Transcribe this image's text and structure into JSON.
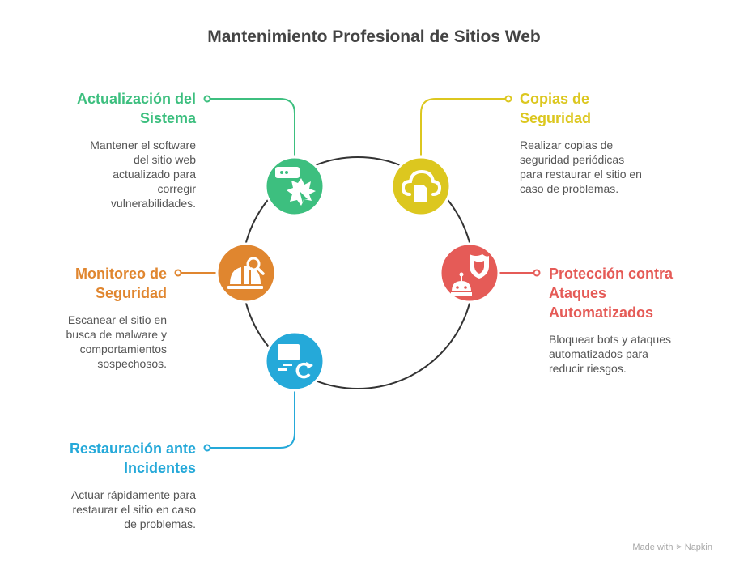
{
  "title": "Mantenimiento Profesional de Sitios Web",
  "ring_color": "#333333",
  "items": [
    {
      "id": "actualizacion",
      "title_lines": [
        "Actualización del",
        "Sistema"
      ],
      "desc_lines": [
        "Mantener el software",
        "del sitio web",
        "actualizado para",
        "corregir",
        "vulnerabilidades."
      ],
      "color": "#3dbf7f",
      "icon": "settings-update-icon"
    },
    {
      "id": "copias",
      "title_lines": [
        "Copias de",
        "Seguridad"
      ],
      "desc_lines": [
        "Realizar copias de",
        "seguridad periódicas",
        "para restaurar el sitio en",
        "caso de problemas."
      ],
      "color": "#dcc71f",
      "icon": "cloud-backup-icon"
    },
    {
      "id": "monitoreo",
      "title_lines": [
        "Monitoreo de",
        "Seguridad"
      ],
      "desc_lines": [
        "Escanear el sitio en",
        "busca de malware y",
        "comportamientos",
        "sospechosos."
      ],
      "color": "#e0862f",
      "icon": "helmet-search-icon"
    },
    {
      "id": "proteccion",
      "title_lines": [
        "Protección contra",
        "Ataques",
        "Automatizados"
      ],
      "desc_lines": [
        "Bloquear bots y ataques",
        "automatizados para",
        "reducir riesgos."
      ],
      "color": "#e55b57",
      "icon": "bot-shield-icon"
    },
    {
      "id": "restauracion",
      "title_lines": [
        "Restauración ante",
        "Incidentes"
      ],
      "desc_lines": [
        "Actuar rápidamente para",
        "restaurar el sitio en caso",
        "de problemas."
      ],
      "color": "#25a9d9",
      "icon": "monitor-refresh-icon"
    }
  ],
  "footer": {
    "text": "Made with",
    "brand": "Napkin",
    "icon": "napkin-logo-icon"
  }
}
